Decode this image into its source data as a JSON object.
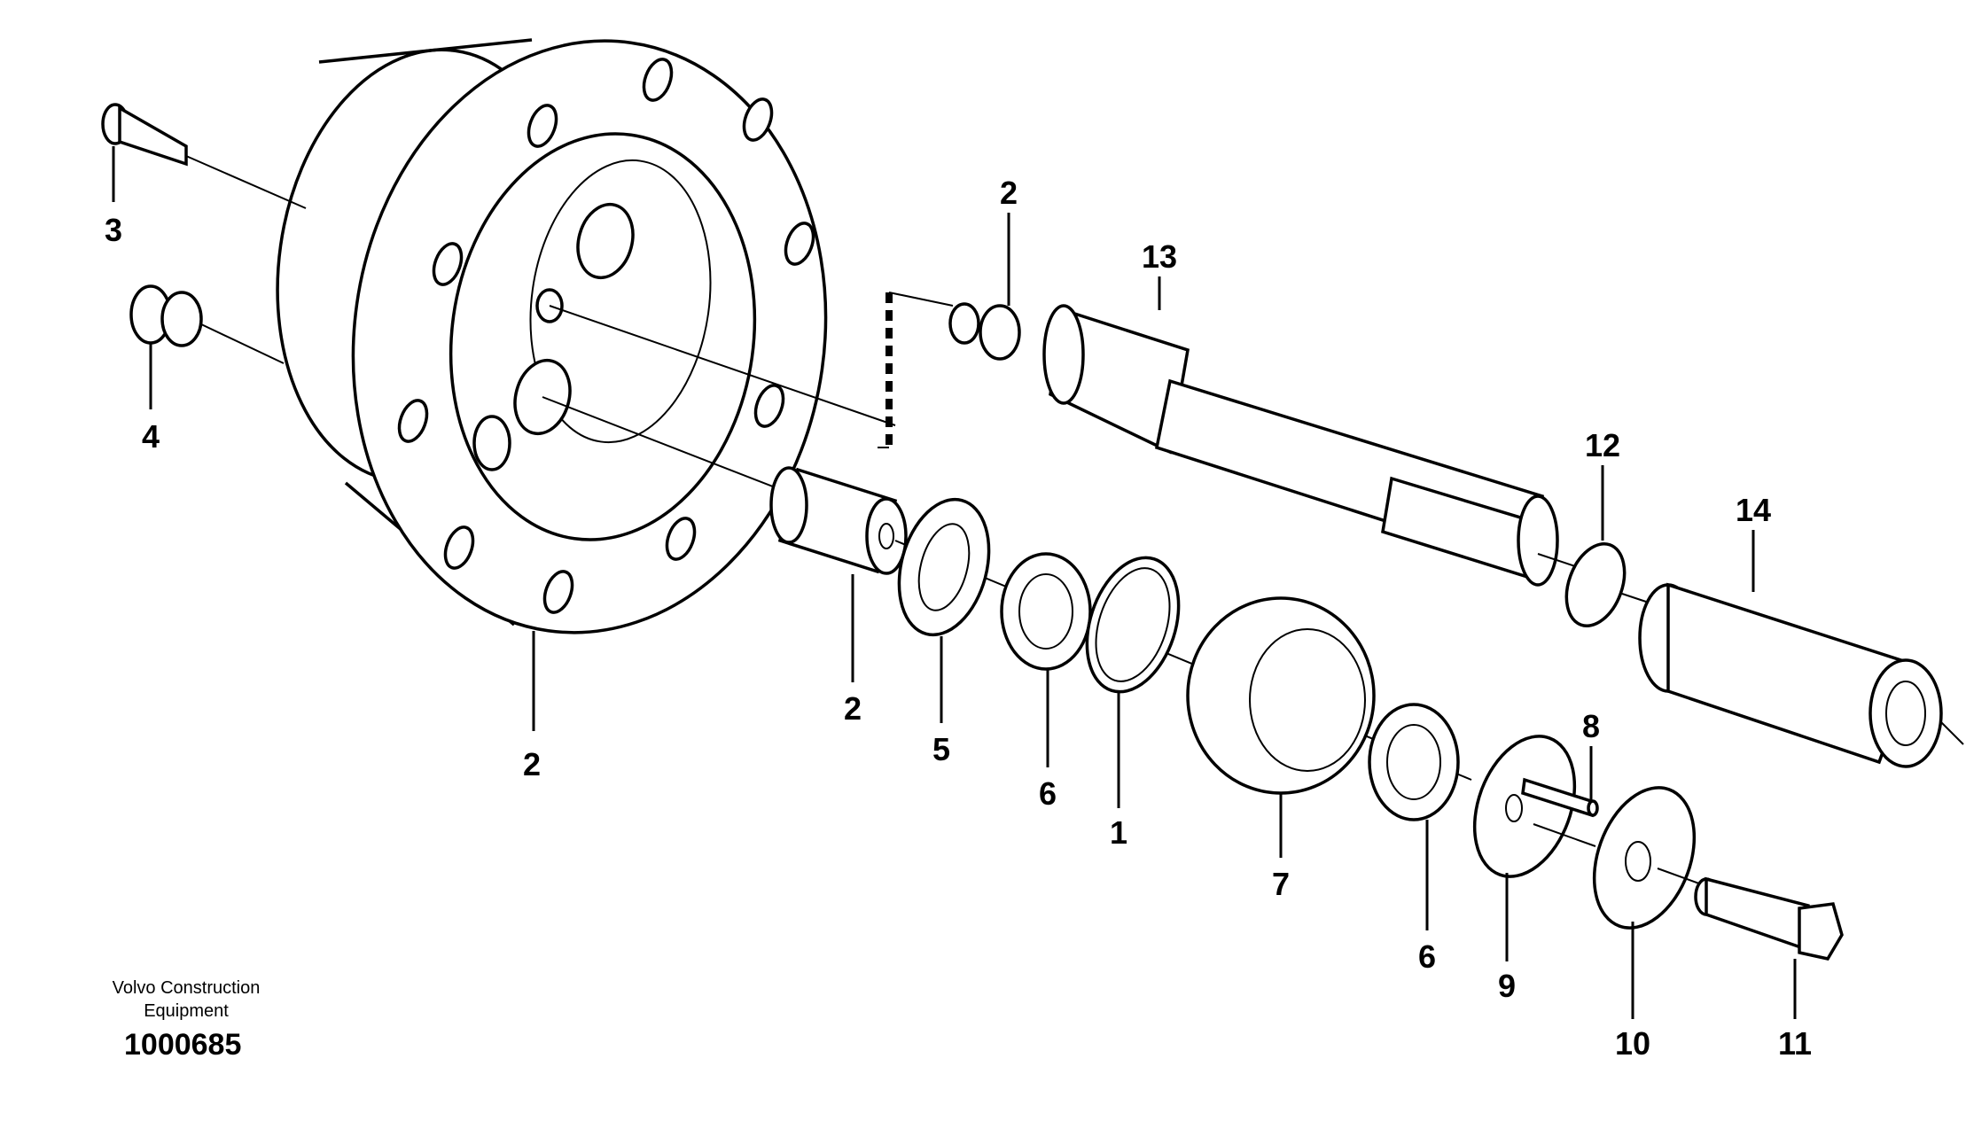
{
  "diagram": {
    "brand_line1": "Volvo Construction",
    "brand_line2": "Equipment",
    "reference_number": "1000685",
    "callouts": {
      "c3": "3",
      "c4": "4",
      "c2_housing": "2",
      "c2_sleeve": "2",
      "c2_top": "2",
      "c13": "13",
      "c12": "12",
      "c14": "14",
      "c5": "5",
      "c6_left": "6",
      "c1": "1",
      "c7": "7",
      "c6_right": "6",
      "c8": "8",
      "c9": "9",
      "c10": "10",
      "c11": "11"
    }
  }
}
